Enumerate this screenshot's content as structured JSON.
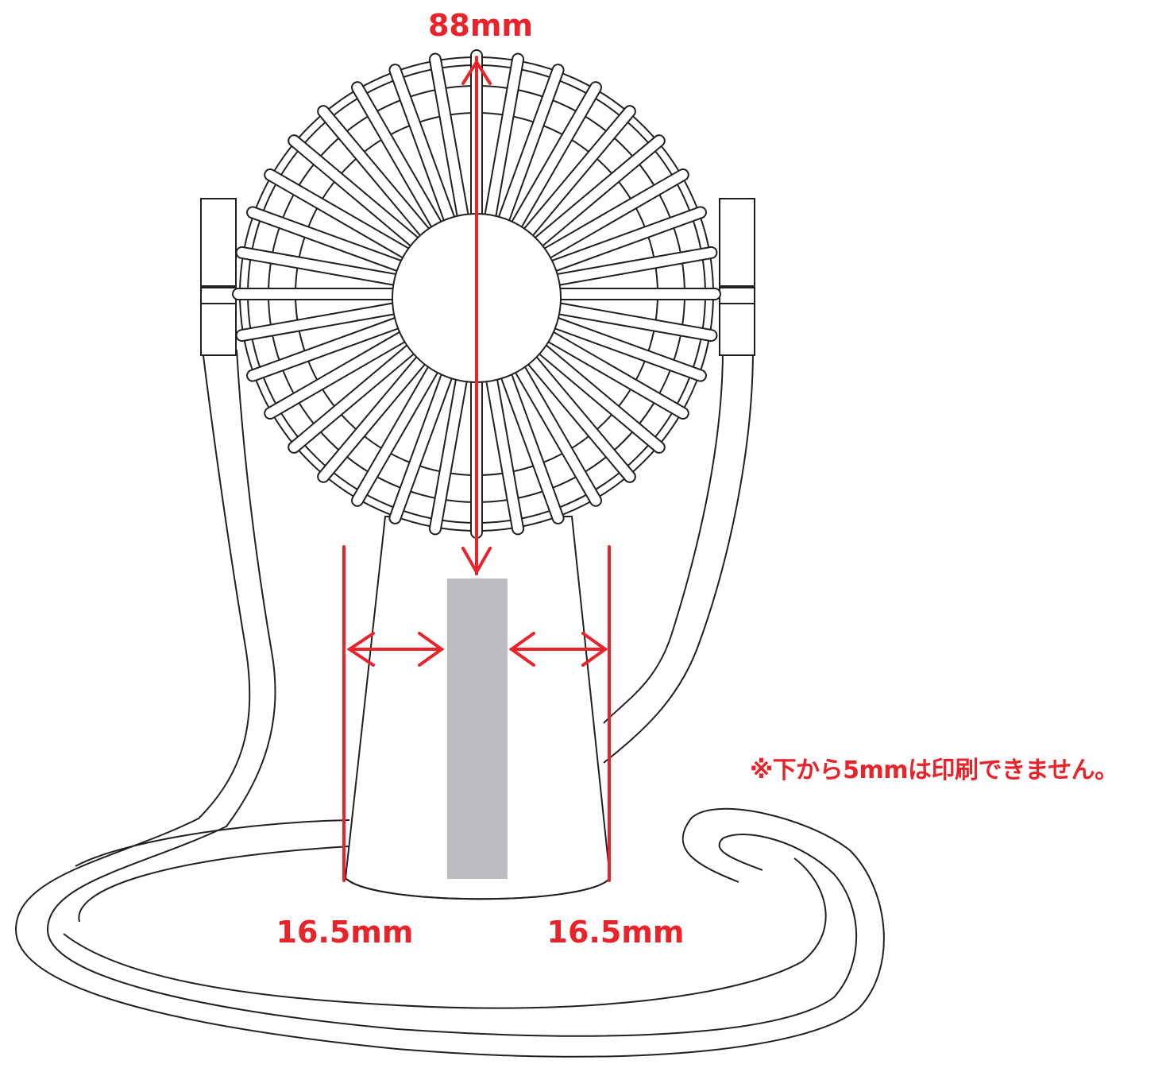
{
  "dimensions": {
    "height_label": "88mm",
    "left_width_label": "16.5mm",
    "right_width_label": "16.5mm"
  },
  "note": "※下から5mmは印刷できません。",
  "colors": {
    "dimension_red": "#e8232a",
    "print_area_gray": "#bcbdc0",
    "outline": "#231f20"
  }
}
